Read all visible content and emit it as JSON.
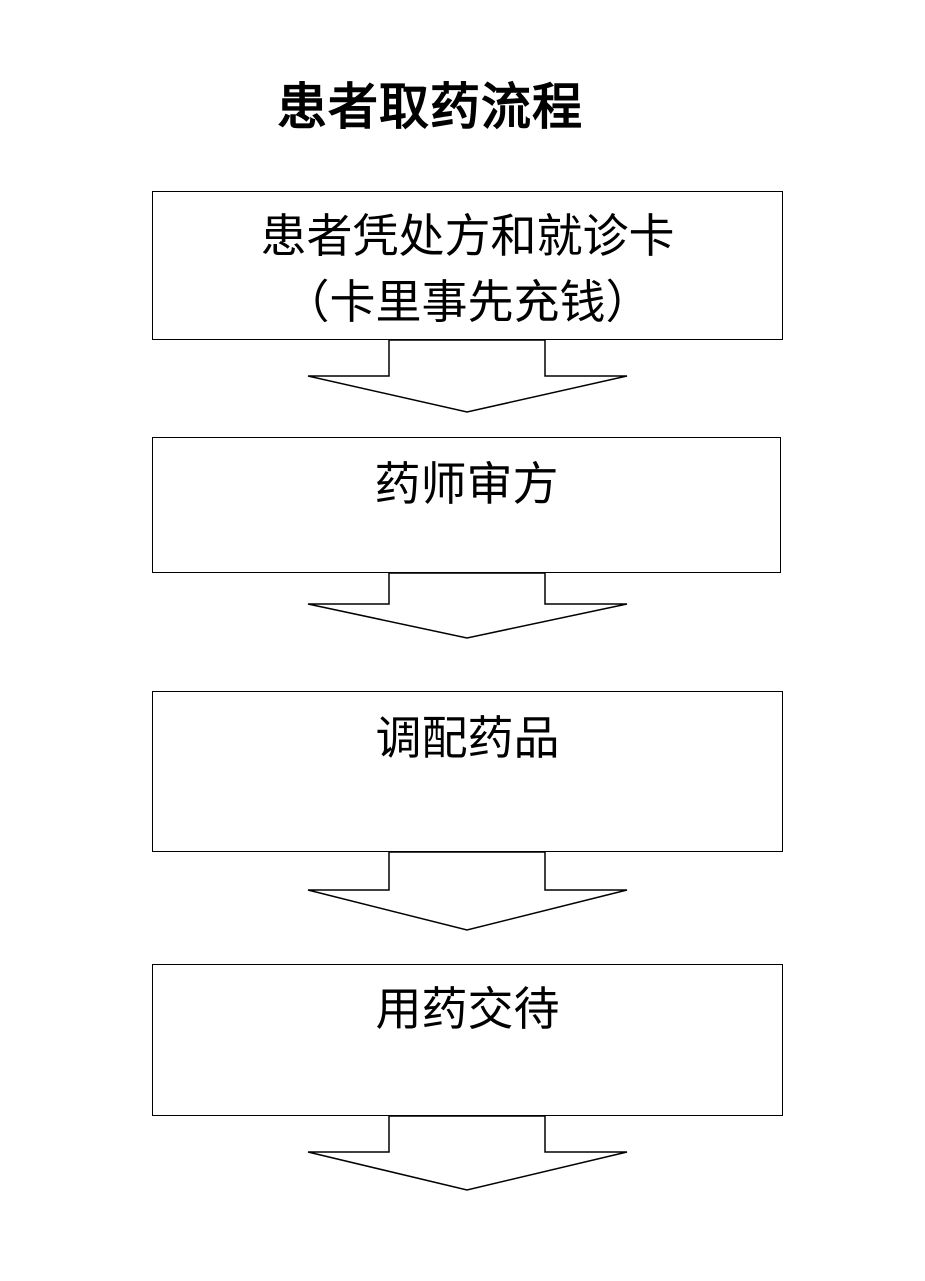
{
  "title": "患者取药流程",
  "steps": [
    {
      "line1": "患者凭处方和就诊卡",
      "line2": "（卡里事先充钱）"
    },
    {
      "line1": "药师审方"
    },
    {
      "line1": "调配药品"
    },
    {
      "line1": "用药交待"
    }
  ],
  "colors": {
    "stroke": "#000000",
    "background": "#ffffff"
  }
}
